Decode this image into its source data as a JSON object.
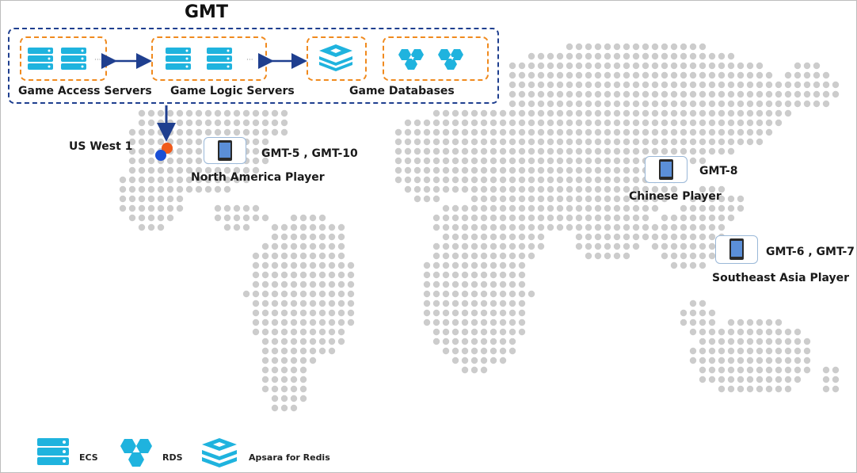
{
  "diagram": {
    "title": "GMT",
    "groups": {
      "access": "Game Access Servers",
      "logic": "Game Logic Servers",
      "databases": "Game Databases"
    },
    "region": "US West 1",
    "players": [
      {
        "name": "North America Player",
        "timezones": "GMT-5 , GMT-10"
      },
      {
        "name": "Chinese Player",
        "timezones": "GMT-8"
      },
      {
        "name": "Southeast Asia Player",
        "timezones": "GMT-6 , GMT-7"
      }
    ],
    "legend": {
      "ecs": "ECS",
      "rds": "RDS",
      "redis": "Apsara for Redis"
    },
    "colors": {
      "icon": "#1fb3de",
      "box_border": "#1f3f8f",
      "group_border": "#f08a1e",
      "arrow": "#1f3f8f",
      "map_dot": "#cccccc",
      "region_blue": "#1a4fd6",
      "region_orange": "#f05a1a"
    }
  }
}
